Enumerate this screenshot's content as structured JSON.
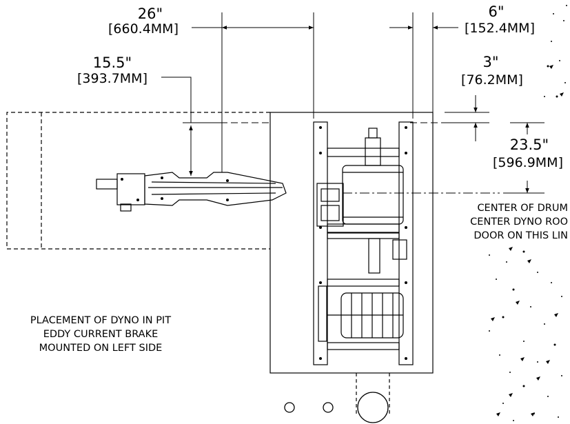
{
  "dimensions": {
    "width_26": {
      "inches": "26\"",
      "mm": "[660.4MM]"
    },
    "width_6": {
      "inches": "6\"",
      "mm": "[152.4MM]"
    },
    "offset_15_5": {
      "inches": "15.5\"",
      "mm": "[393.7MM]"
    },
    "offset_3": {
      "inches": "3\"",
      "mm": "[76.2MM]"
    },
    "depth_23_5": {
      "inches": "23.5\"",
      "mm": "[596.9MM]"
    }
  },
  "notes": {
    "drum_center": [
      "CENTER OF DRUM",
      "CENTER DYNO ROO",
      "DOOR ON THIS LIN"
    ],
    "placement": [
      "PLACEMENT OF DYNO IN PIT",
      "EDDY CURRENT BRAKE",
      "MOUNTED ON LEFT SIDE"
    ]
  }
}
